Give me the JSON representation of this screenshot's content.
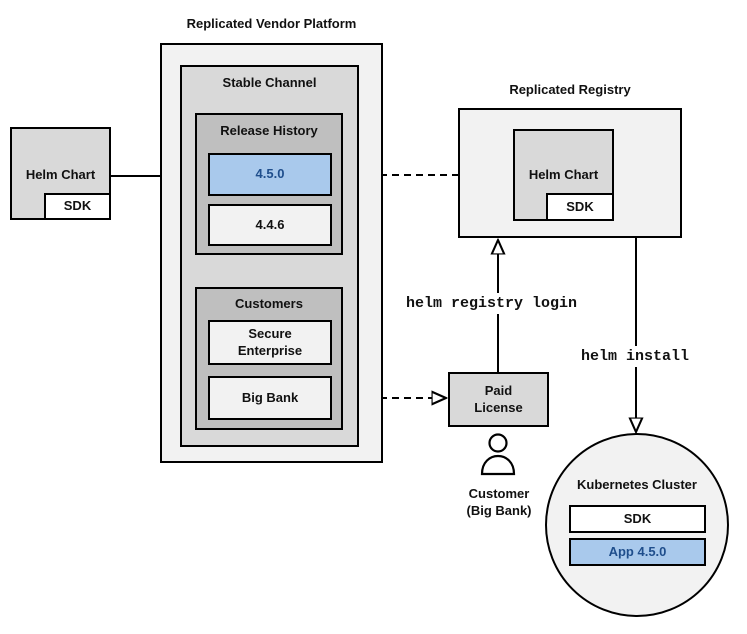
{
  "vendor_platform": {
    "title": "Replicated Vendor Platform",
    "channel": {
      "title": "Stable Channel",
      "release_history": {
        "title": "Release History",
        "releases": [
          "4.5.0",
          "4.4.6"
        ]
      },
      "customers": {
        "title": "Customers",
        "items": [
          "Secure Enterprise",
          "Big Bank"
        ]
      }
    }
  },
  "source_chart": {
    "title": "Helm Chart",
    "sdk": "SDK"
  },
  "registry": {
    "title": "Replicated Registry",
    "chart": {
      "title": "Helm Chart",
      "sdk": "SDK"
    }
  },
  "license": {
    "label": "Paid License"
  },
  "customer": {
    "label": "Customer (Big Bank)",
    "icon": "person-icon"
  },
  "cluster": {
    "title": "Kubernetes Cluster",
    "sdk": "SDK",
    "app": "App 4.5.0"
  },
  "commands": {
    "login": "helm registry login",
    "install": "helm install"
  },
  "colors": {
    "highlight_fill": "#a9c9ec",
    "highlight_text": "#1f4e8c",
    "border": "#000000"
  }
}
